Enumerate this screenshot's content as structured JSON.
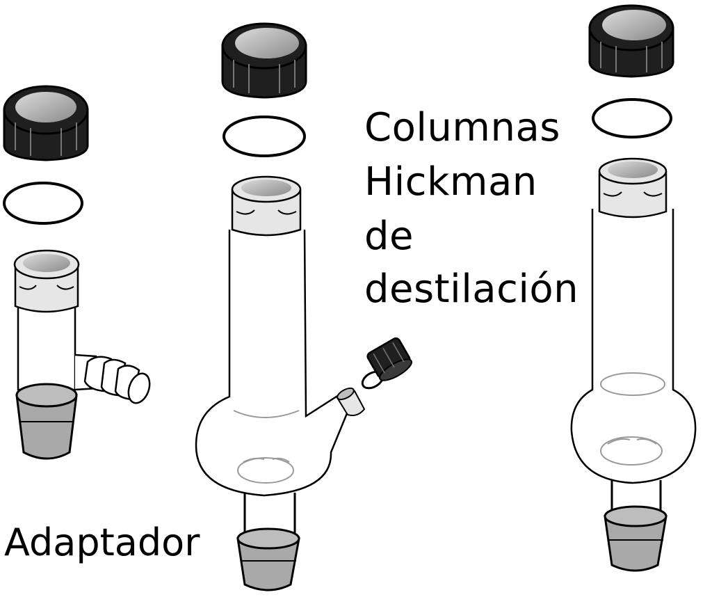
{
  "labels": {
    "columns_title": [
      "Columnas",
      "Hickman",
      "de",
      "destilación"
    ],
    "adapter": "Adaptador"
  },
  "colors": {
    "outline": "#000000",
    "cap": "#1f1f1f",
    "cap_top": "#9a9a9a",
    "thread": "#e6e6e6",
    "joint": "#a9a9a9"
  }
}
